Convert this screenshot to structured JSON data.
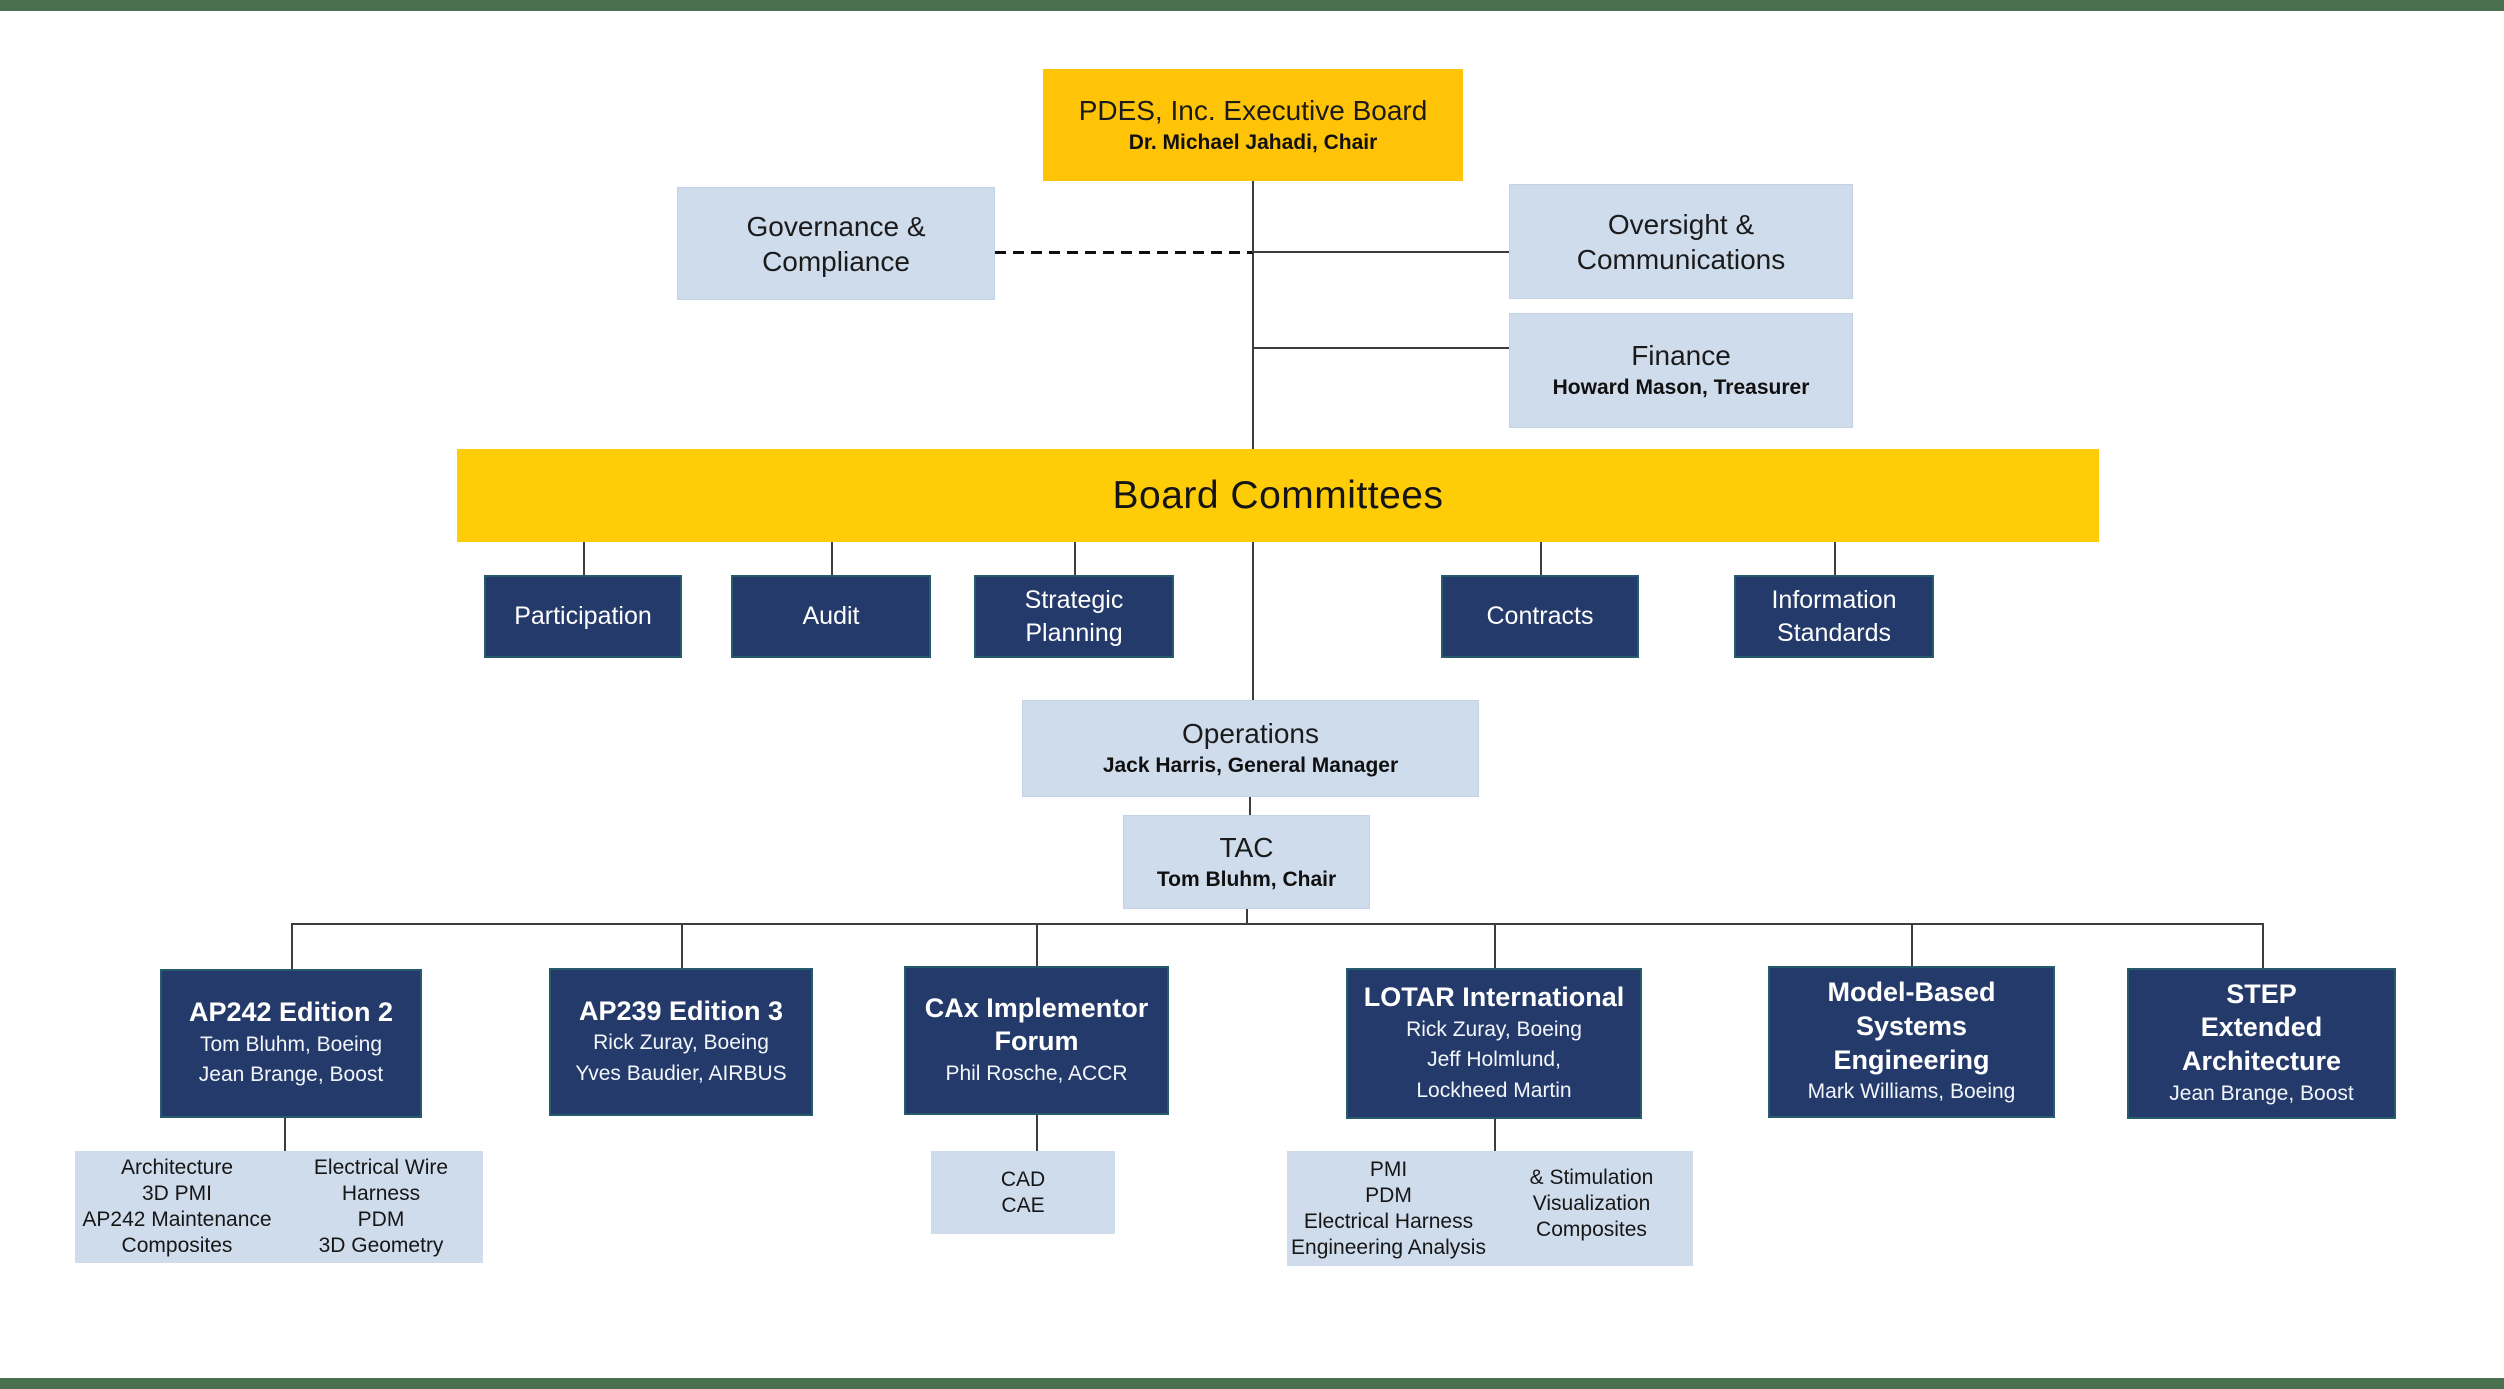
{
  "meta": {
    "title": "PDES, Inc. Organization Chart"
  },
  "colors": {
    "gold": "#ffc408",
    "navy": "#243a6b",
    "navy_border": "#265b6e",
    "light_blue": "#cfdcec",
    "green_bar": "#49714f",
    "line": "#3d3d3d"
  },
  "nodes": {
    "exec": {
      "title": "PDES, Inc. Executive Board",
      "subtitle": "Dr. Michael Jahadi, Chair"
    },
    "governance": {
      "title": "Governance & Compliance"
    },
    "oversight": {
      "title": "Oversight & Communications"
    },
    "finance": {
      "title": "Finance",
      "subtitle": "Howard Mason, Treasurer"
    },
    "board_committees": {
      "title": "Board Committees"
    },
    "participation": {
      "title": "Participation"
    },
    "audit": {
      "title": "Audit"
    },
    "strategic_planning": {
      "title": "Strategic Planning"
    },
    "contracts": {
      "title": "Contracts"
    },
    "information_standards": {
      "title": "Information Standards"
    },
    "operations": {
      "title": "Operations",
      "subtitle": "Jack Harris, General Manager"
    },
    "tac": {
      "title": "TAC",
      "subtitle": "Tom Bluhm, Chair"
    },
    "ap242": {
      "title": "AP242 Edition 2",
      "subtitle1": "Tom Bluhm, Boeing",
      "subtitle2": "Jean Brange, Boost"
    },
    "ap239": {
      "title": "AP239 Edition 3",
      "subtitle1": "Rick Zuray, Boeing",
      "subtitle2": "Yves Baudier, AIRBUS"
    },
    "cax": {
      "title": "CAx Implementor Forum",
      "subtitle1": "Phil Rosche, ACCR"
    },
    "lotar": {
      "title": "LOTAR International",
      "subtitle1": "Rick Zuray, Boeing",
      "subtitle2": "Jeff Holmlund, Lockheed Martin"
    },
    "mbse": {
      "title": "Model-Based Systems Engineering",
      "subtitle1": "Mark Williams, Boeing"
    },
    "step": {
      "title": "STEP Extended Architecture",
      "subtitle1": "Jean Brange, Boost"
    }
  },
  "sublists": {
    "ap242": {
      "left": [
        "Architecture",
        "3D PMI",
        "AP242 Maintenance",
        "Composites"
      ],
      "right": [
        "Electrical Wire",
        "Harness",
        "PDM",
        "3D Geometry"
      ]
    },
    "cax": [
      "CAD",
      "CAE"
    ],
    "lotar": {
      "left": [
        "PMI",
        "PDM",
        "Electrical Harness",
        "Engineering Analysis"
      ],
      "right": [
        "& Stimulation",
        "Visualization",
        "Composites"
      ]
    }
  }
}
